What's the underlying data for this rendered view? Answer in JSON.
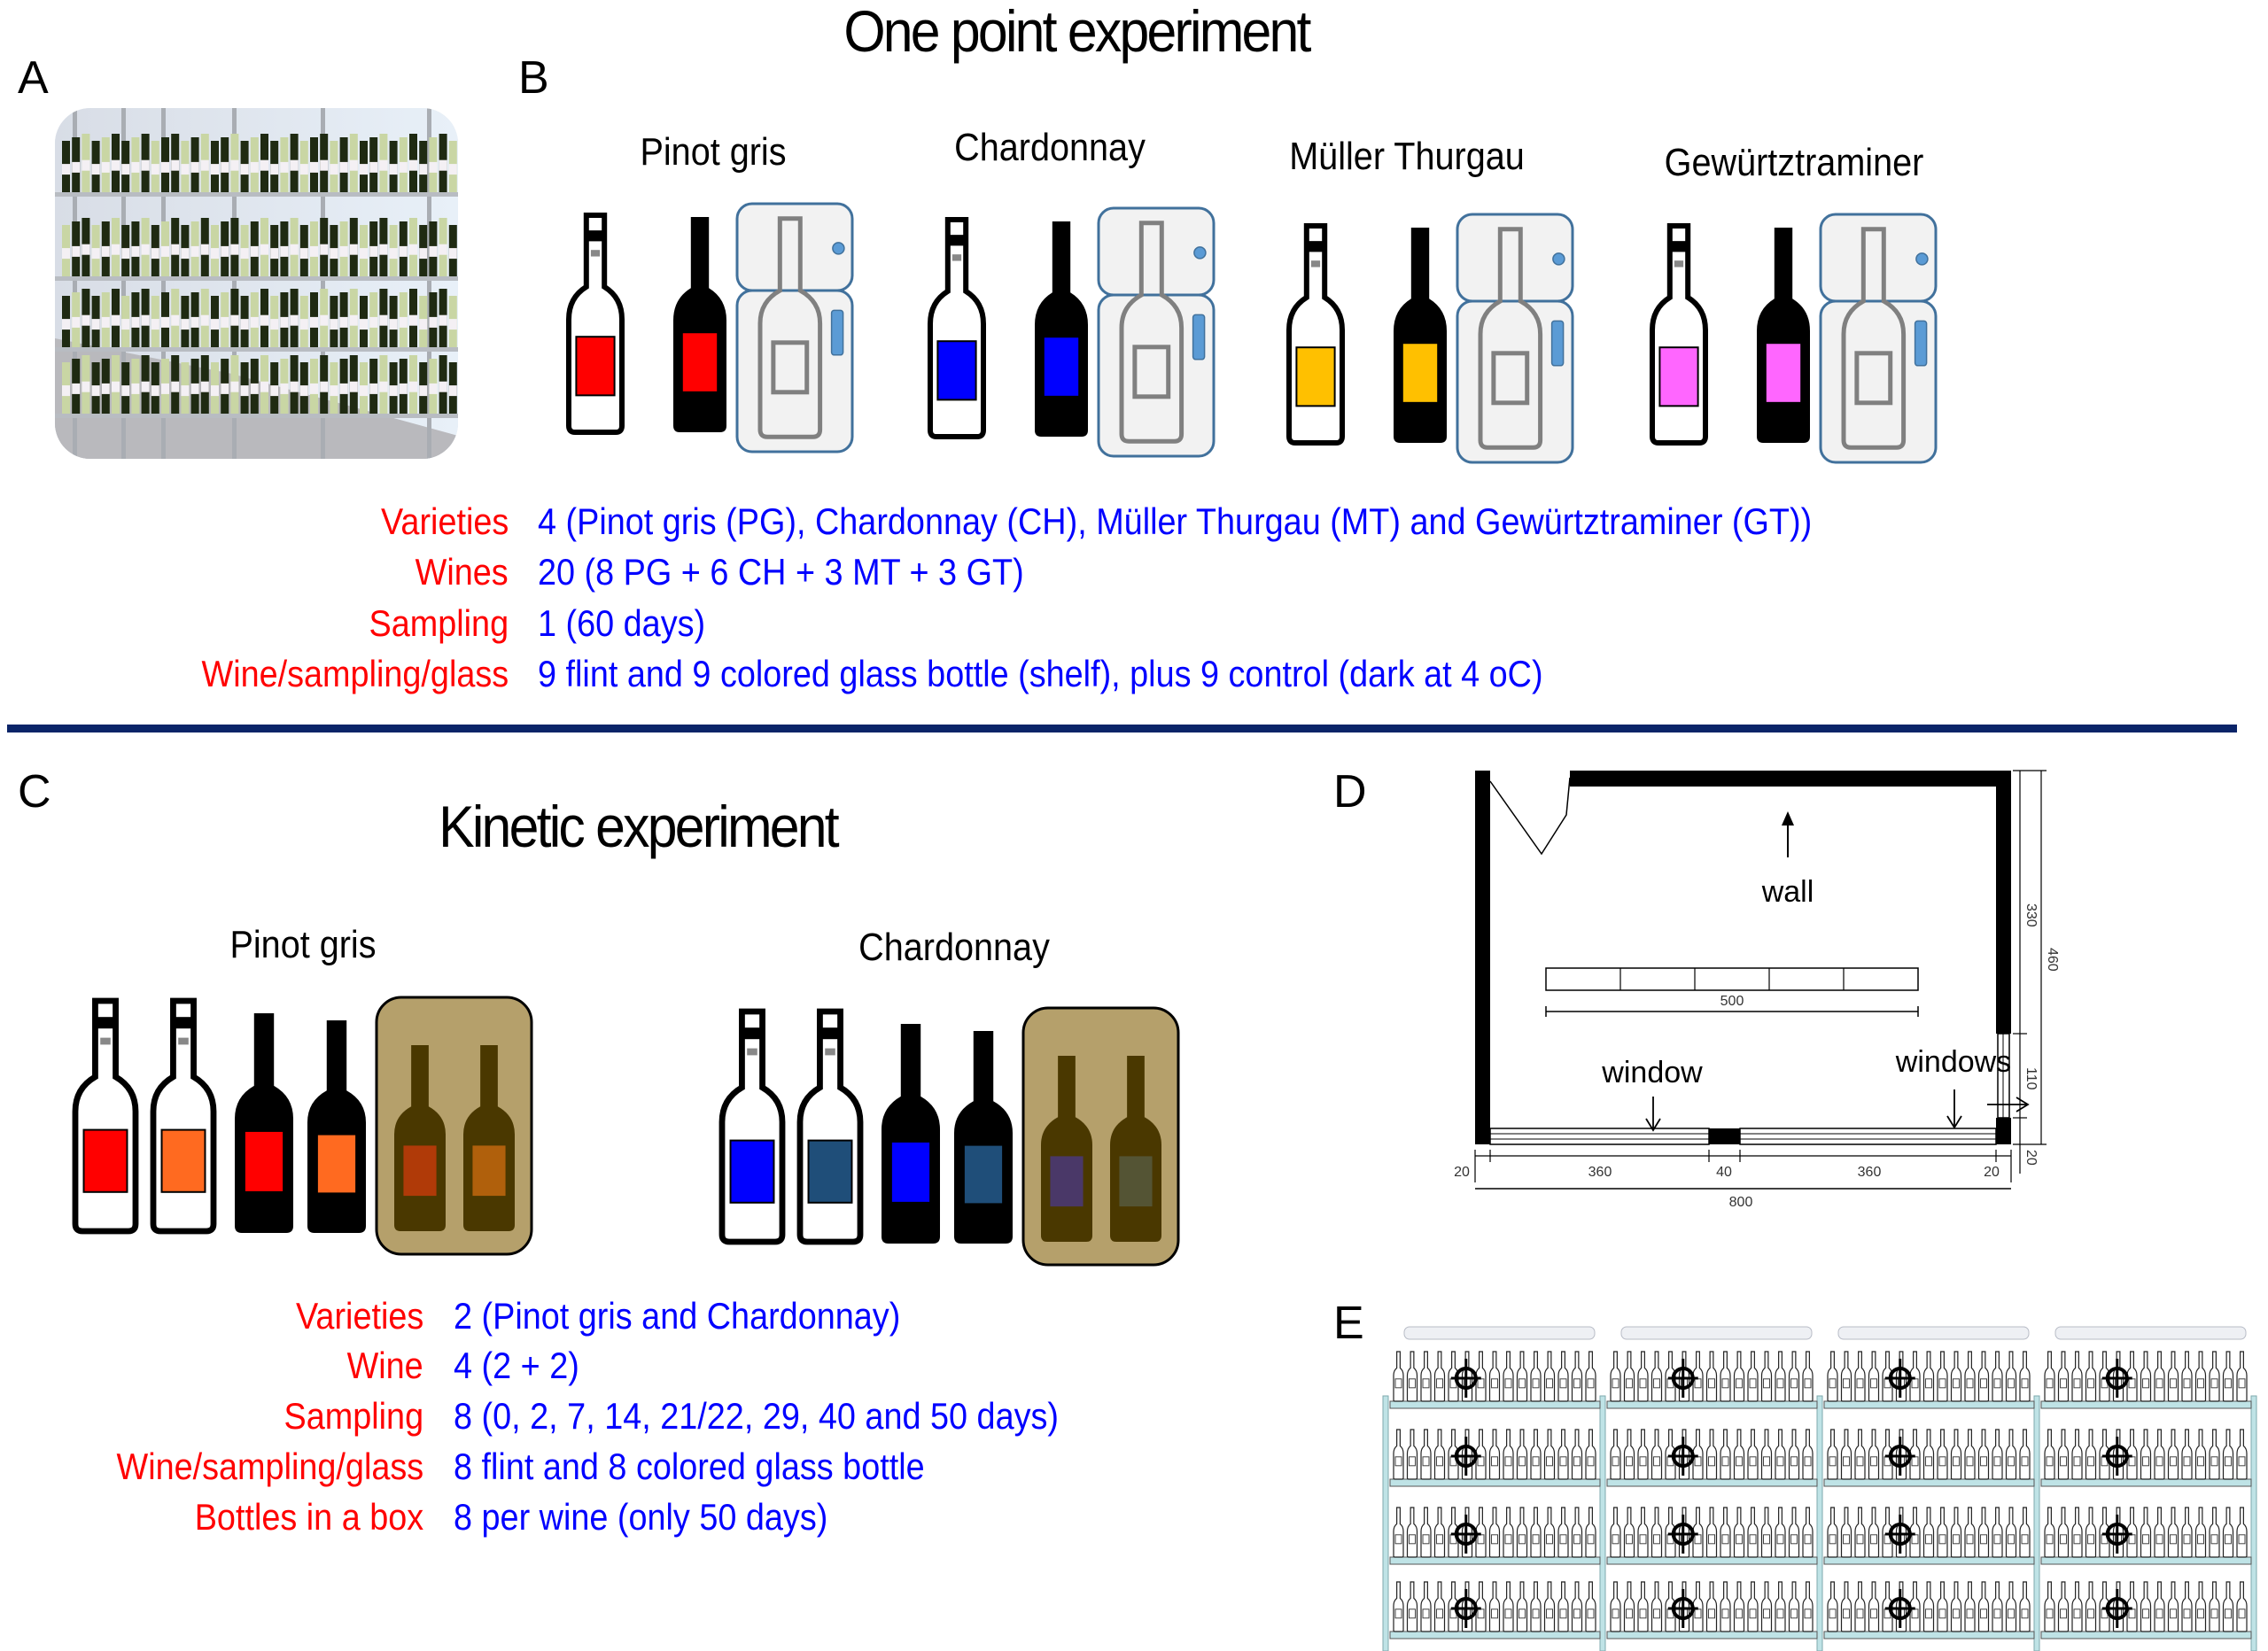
{
  "figure": {
    "panel_letters": {
      "a": "A",
      "b": "B",
      "c": "C",
      "d": "D",
      "e": "E"
    },
    "one_point": {
      "title": "One point experiment",
      "varieties": [
        {
          "name": "Pinot gris",
          "label_color": "#ff0000"
        },
        {
          "name": "Chardonnay",
          "label_color": "#0000ff"
        },
        {
          "name": "Müller Thurgau",
          "label_color": "#ffc000"
        },
        {
          "name": "Gewürtztraminer",
          "label_color": "#ff66ff"
        }
      ],
      "bottle_set": [
        "flint-bottle",
        "colored-glass-bottle",
        "fridge-control"
      ],
      "info": [
        {
          "label": "Varieties",
          "value": "4 (Pinot gris (PG), Chardonnay (CH), Müller Thurgau (MT) and Gewürtztraminer (GT))"
        },
        {
          "label": "Wines",
          "value": "20 (8 PG + 6 CH + 3 MT + 3 GT)"
        },
        {
          "label": "Sampling",
          "value": "1 (60 days)"
        },
        {
          "label": "Wine/sampling/glass",
          "value": "9 flint and 9 colored glass bottle (shelf), plus 9 control (dark at 4 oC)"
        }
      ]
    },
    "kinetic": {
      "title": "Kinetic experiment",
      "varieties": [
        {
          "name": "Pinot gris",
          "label_colors": [
            "#ff0000",
            "#ff6a20"
          ],
          "box_label_colors": [
            "#b03a08",
            "#b0600c"
          ]
        },
        {
          "name": "Chardonnay",
          "label_colors": [
            "#0000ff",
            "#1f4e79"
          ],
          "box_label_colors": [
            "#4a3868",
            "#545434"
          ]
        }
      ],
      "info": [
        {
          "label": "Varieties",
          "value": "2 (Pinot gris and Chardonnay)"
        },
        {
          "label": "Wine",
          "value": "4 (2 + 2)"
        },
        {
          "label": "Sampling",
          "value": "8 (0, 2, 7, 14, 21/22, 29, 40 and 50 days)"
        },
        {
          "label": "Wine/sampling/glass",
          "value": "8 flint and 8 colored glass bottle"
        },
        {
          "label": "Bottles in a box",
          "value": "8 per wine (only 50 days)"
        }
      ]
    },
    "floor_plan": {
      "labels": {
        "wall": "wall",
        "window": "window",
        "windows": "windows"
      },
      "dimensions": {
        "shelf_length": "500",
        "right_upper": "330",
        "right_total": "460",
        "right_window": "110",
        "right_bottom": "20",
        "bottom_left": "20",
        "bottom_window_left": "360",
        "bottom_pillar": "40",
        "bottom_window_right": "360",
        "bottom_right": "20",
        "bottom_total": "800"
      }
    },
    "shelving": {
      "units": 4,
      "shelves": 4,
      "lamps": 4,
      "bottles_per_shelf": 15
    },
    "colors": {
      "label_red": "#ff0000",
      "value_blue": "#0000ff",
      "divider": "#0a2468",
      "fridge_fill": "#f2f2f2",
      "fridge_border": "#41719c",
      "fridge_handle": "#5b9bd5",
      "box_fill": "#b5a06b",
      "box_bottle": "#4a3800",
      "shelf_frame": "#bfe3e6"
    }
  }
}
